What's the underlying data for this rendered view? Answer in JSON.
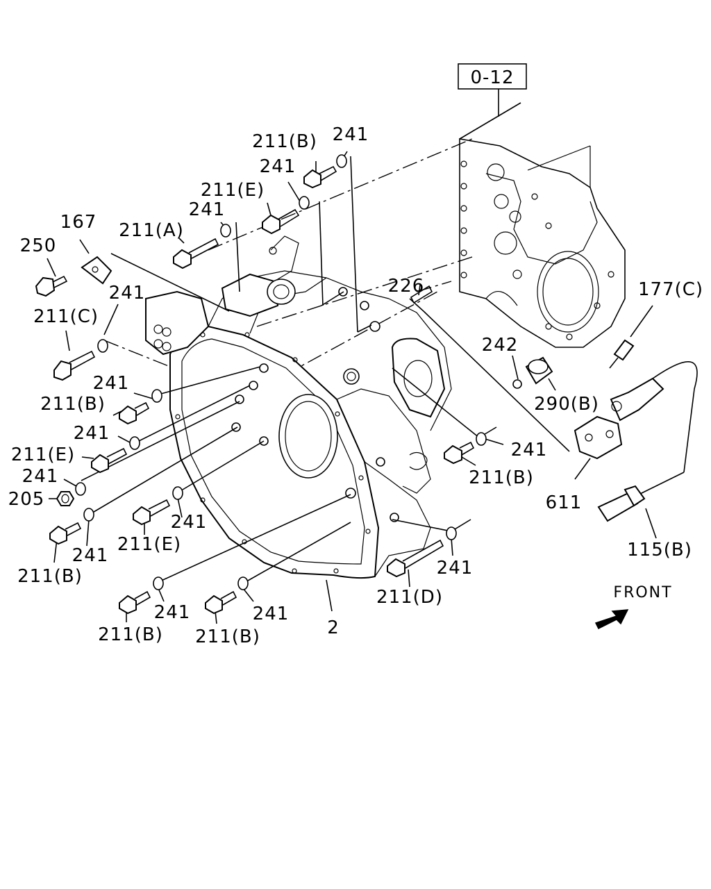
{
  "reference_box": "0-12",
  "direction_label": "FRONT",
  "labels": {
    "l_211B_top": "211(B)",
    "l_241_top_r": "241",
    "l_241_top_l": "241",
    "l_211E_top": "211(E)",
    "l_241_mid": "241",
    "l_211A": "211(A)",
    "l_167": "167",
    "l_250": "250",
    "l_241_left1": "241",
    "l_211C": "211(C)",
    "l_241_left2": "241",
    "l_211B_left": "211(B)",
    "l_241_left3": "241",
    "l_211E_left": "211(E)",
    "l_241_left4": "241",
    "l_205": "205",
    "l_241_bot1": "241",
    "l_211B_bot1": "211(B)",
    "l_211E_bot": "211(E)",
    "l_241_bot2": "241",
    "l_241_bot3": "241",
    "l_211B_bot2": "211(B)",
    "l_241_bot4": "241",
    "l_211B_bot3": "211(B)",
    "l_2": "2",
    "l_211D": "211(D)",
    "l_241_r1": "241",
    "l_241_r2": "241",
    "l_211B_r": "211(B)",
    "l_226": "226",
    "l_242": "242",
    "l_290B": "290(B)",
    "l_177C": "177(C)",
    "l_611": "611",
    "l_115B": "115(B)"
  }
}
